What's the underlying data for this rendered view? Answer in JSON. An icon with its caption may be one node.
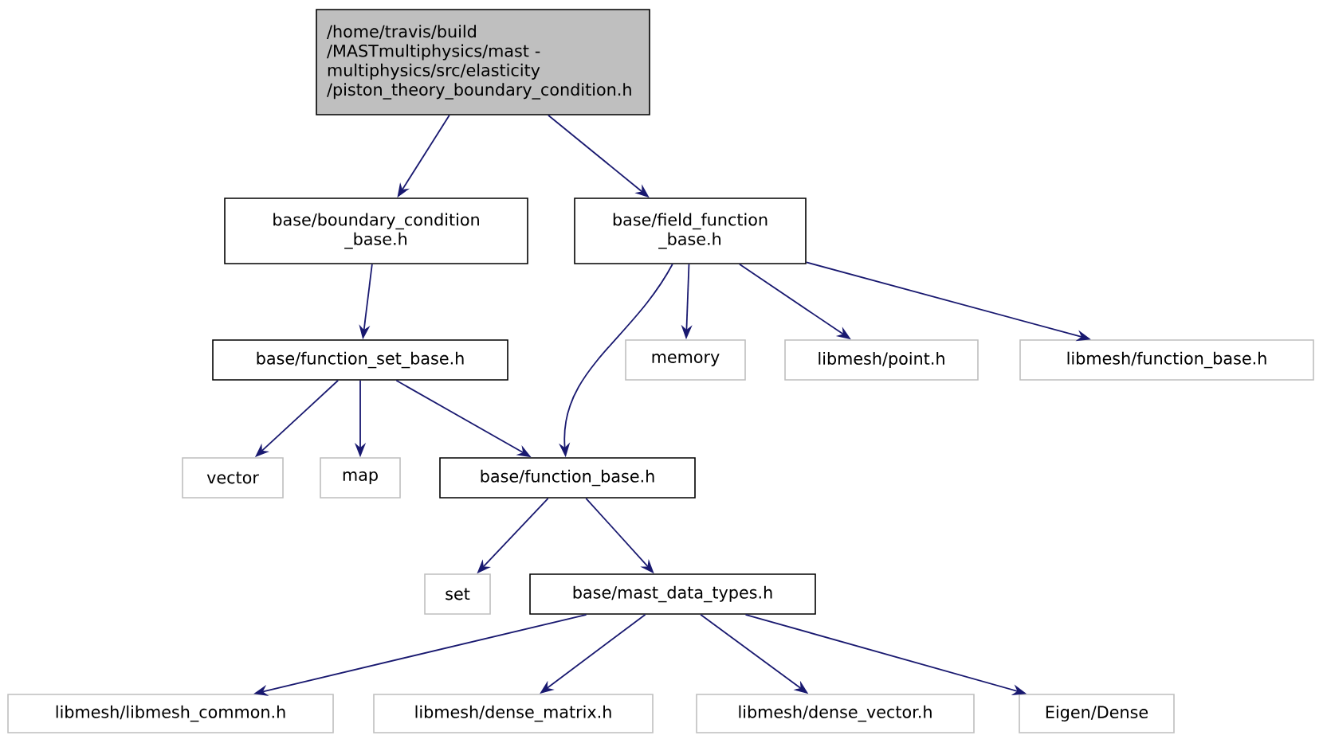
{
  "diagram": {
    "nodes": [
      {
        "text": [
          "/home/travis/build /MASTmultiphysics/mast -multiphysics/src/elasticity /piston_theory_boundary_condition.h"
        ]
      },
      {
        "text": [
          "base/boundary_condition _base.h"
        ]
      },
      {
        "text": [
          "base/field_function _base.h"
        ]
      },
      {
        "text": [
          "base/function_set_base.h"
        ]
      },
      {
        "text": [
          "memory"
        ]
      },
      {
        "text": [
          "libmesh/point.h"
        ]
      },
      {
        "text": [
          "libmesh/function_base.h"
        ]
      },
      {
        "text": [
          "vector"
        ]
      },
      {
        "text": [
          "map"
        ]
      },
      {
        "text": [
          "base/function_base.h"
        ]
      },
      {
        "text": [
          "set"
        ]
      },
      {
        "text": [
          "base/mast_data_types.h"
        ]
      },
      {
        "text": [
          "libmesh/libmesh_common.h"
        ]
      },
      {
        "text": [
          "libmesh/dense_matrix.h"
        ]
      },
      {
        "text": [
          "libmesh/dense_vector.h"
        ]
      },
      {
        "text": [
          "Eigen/Dense"
        ]
      }
    ],
    "edges": [
      {
        "from": 0,
        "to": 1,
        "arrow": "to"
      },
      {
        "from": 0,
        "to": 2,
        "arrow": "to"
      },
      {
        "from": 1,
        "to": 3,
        "arrow": "to"
      },
      {
        "from": 2,
        "to": 9,
        "arrow": "to"
      },
      {
        "from": 2,
        "to": 4,
        "arrow": "to"
      },
      {
        "from": 2,
        "to": 5,
        "arrow": "to"
      },
      {
        "from": 2,
        "to": 6,
        "arrow": "to"
      },
      {
        "from": 3,
        "to": 7,
        "arrow": "to"
      },
      {
        "from": 3,
        "to": 8,
        "arrow": "to"
      },
      {
        "from": 3,
        "to": 9,
        "arrow": "to"
      },
      {
        "from": 9,
        "to": 10,
        "arrow": "to"
      },
      {
        "from": 9,
        "to": 11,
        "arrow": "to"
      },
      {
        "from": 11,
        "to": 12,
        "arrow": "to"
      },
      {
        "from": 11,
        "to": 13,
        "arrow": "to"
      },
      {
        "from": 11,
        "to": 14,
        "arrow": "to"
      },
      {
        "from": 11,
        "to": 15,
        "arrow": "to"
      }
    ]
  }
}
